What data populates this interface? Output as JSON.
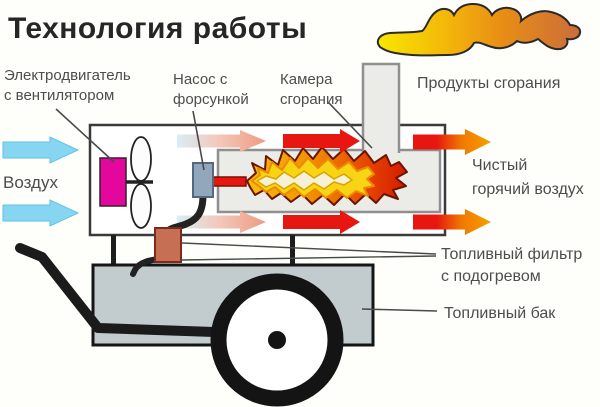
{
  "title": "Технология работы",
  "labels": {
    "motor": {
      "line1": "Электродвигатель",
      "line2": "с вентилятором"
    },
    "pump": {
      "line1": "Насос с",
      "line2": "форсункой"
    },
    "chamber": {
      "line1": "Камера",
      "line2": "сгорания"
    },
    "exhaust": "Продукты сгорания",
    "air_in": "Воздух",
    "air_out": {
      "line1": "Чистый",
      "line2": "горячий воздух"
    },
    "filter": {
      "line1": "Топливный фильтр",
      "line2": "с подогревом"
    },
    "tank": "Топливный бак"
  },
  "colors": {
    "air_blue": "#87D6F1",
    "hot_red": "#E81610",
    "exit_orange": "#F49A05",
    "motor_magenta": "#E3079D",
    "pump_blue_gray": "#92A6BC",
    "filter_terracotta": "#C66F55",
    "tank_gray": "#C2CCCF",
    "flame_yellow": "#F8D414",
    "flame_cream": "#F6F1D4",
    "smoke_yellow": "#F8E600",
    "smoke_brick": "#C96C3E",
    "text_gray": "#4d4d4d"
  }
}
